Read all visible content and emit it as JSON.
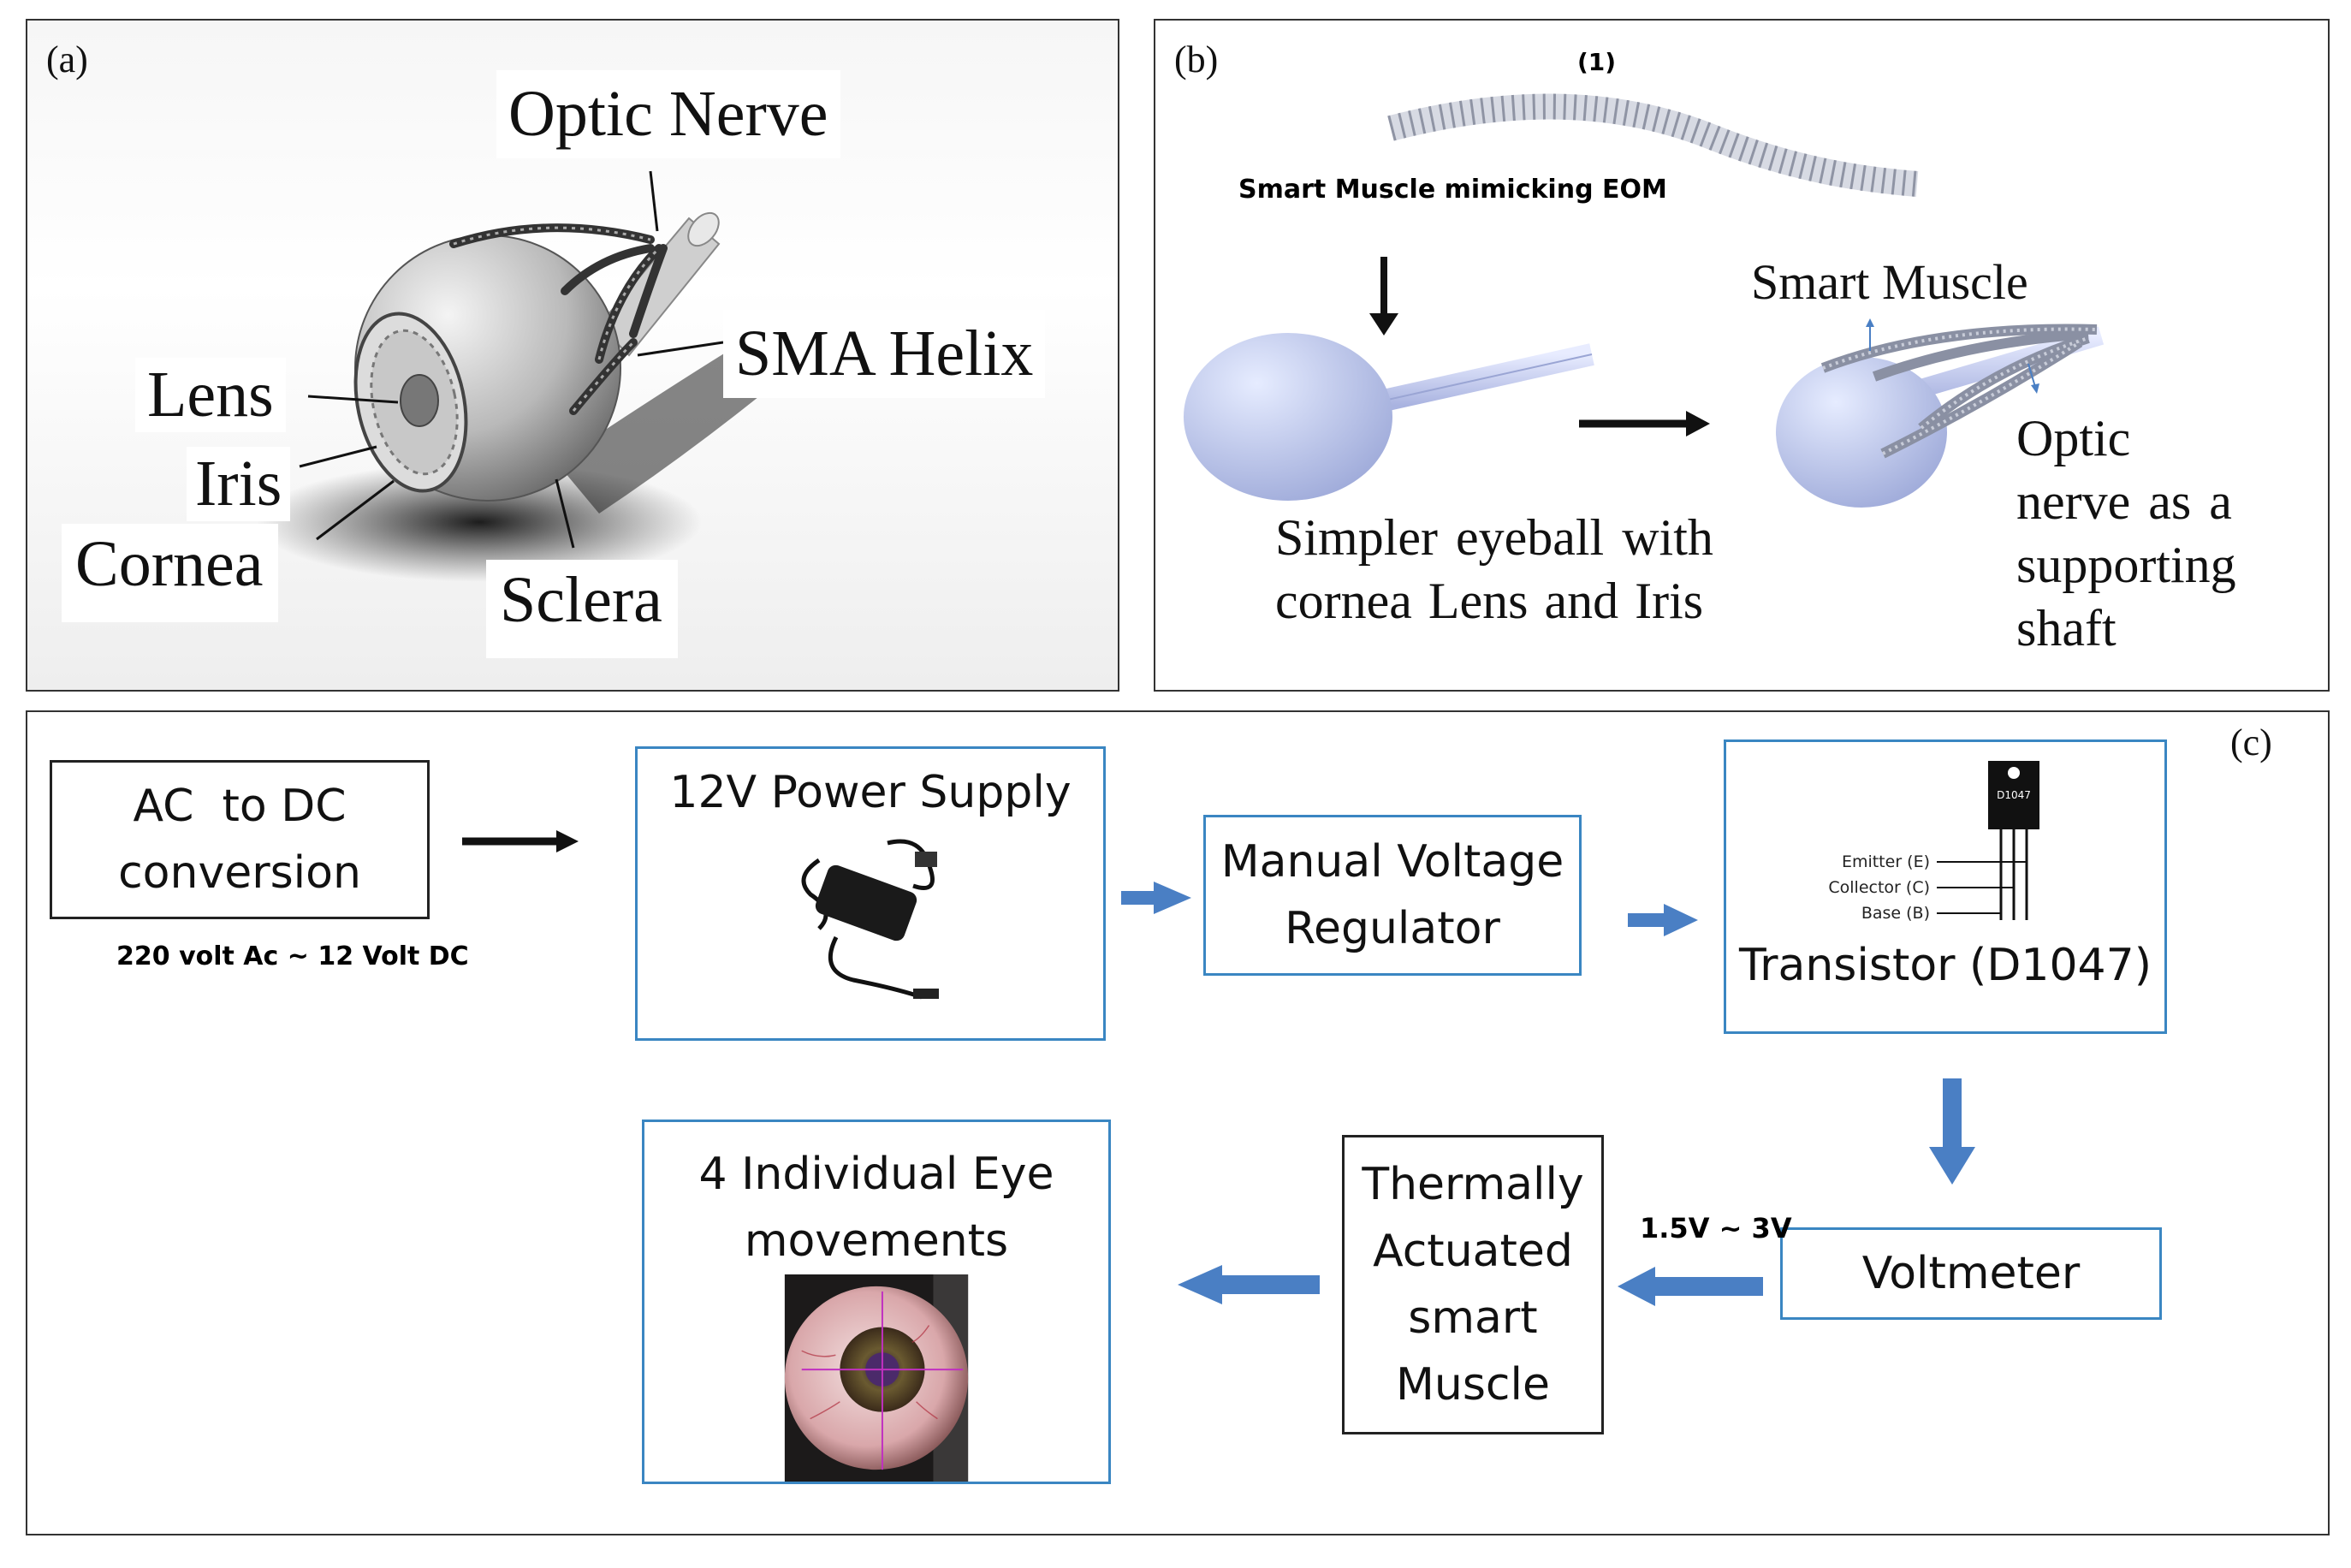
{
  "panel_a": {
    "label": "(a)",
    "labels": {
      "optic_nerve": "Optic Nerve",
      "sma_helix": "SMA Helix",
      "lens": "Lens",
      "iris": "Iris",
      "cornea": "Cornea",
      "sclera": "Sclera"
    }
  },
  "panel_b": {
    "label": "(b)",
    "step_number": "(1)",
    "smart_muscle_caption": "Smart Muscle mimicking EOM",
    "smart_muscle_label": "Smart Muscle",
    "simpler_eyeball_line1": "Simpler eyeball with",
    "simpler_eyeball_line2": "cornea Lens and Iris",
    "optic_line1": "Optic",
    "optic_line2": "nerve as a",
    "optic_line3": "supporting",
    "optic_line4": "shaft"
  },
  "panel_c": {
    "label": "(c)",
    "ac_dc": {
      "line1": "AC  to DC",
      "line2": "conversion",
      "note": "220 volt Ac ~ 12 Volt DC"
    },
    "power_supply": "12V Power Supply",
    "regulator": {
      "line1": "Manual Voltage",
      "line2": "Regulator"
    },
    "transistor": {
      "title": "Transistor (D1047)",
      "chip_label": "D1047",
      "pins": [
        "Emitter (E)",
        "Collector (C)",
        "Base (B)"
      ]
    },
    "voltmeter": "Voltmeter",
    "voltage_range": "1.5V ~ 3V",
    "smart_muscle": {
      "line1": "Thermally",
      "line2": "Actuated",
      "line3": "smart",
      "line4": "Muscle"
    },
    "eye_movements": {
      "line1": "4 Individual Eye",
      "line2": "movements"
    }
  },
  "colors": {
    "box_border": "#3a86c2",
    "arrow_blue": "#4a7fc4",
    "arrow_dark": "#111111"
  }
}
